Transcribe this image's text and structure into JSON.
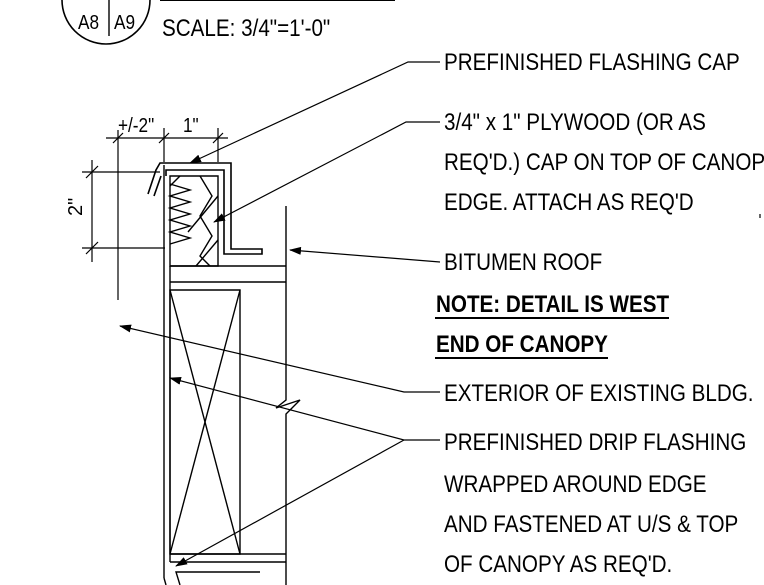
{
  "title_block": {
    "detail_ref_a": "A8",
    "detail_ref_b": "A9",
    "scale": "SCALE: 3/4\"=1'-0\""
  },
  "dimensions": {
    "width_overhang": "+/-2\"",
    "width_cap": "1\"",
    "height": "2\""
  },
  "callouts": {
    "flashing_cap": "PREFINISHED FLASHING CAP",
    "plywood_line1": "3/4\" x 1\"  PLYWOOD (OR AS",
    "plywood_line2": "REQ'D.) CAP ON TOP OF CANOPY",
    "plywood_line3": "EDGE. ATTACH AS REQ'D",
    "bitumen": "BITUMEN ROOF",
    "exterior": "EXTERIOR OF EXISTING BLDG.",
    "drip_line1": "PREFINISHED DRIP FLASHING",
    "drip_line2": "WRAPPED AROUND EDGE",
    "drip_line3": "AND FASTENED AT U/S & TOP",
    "drip_line4": "OF CANOPY AS REQ'D."
  },
  "note": {
    "line1": "NOTE: DETAIL IS WEST",
    "line2": "END OF CANOPY"
  }
}
